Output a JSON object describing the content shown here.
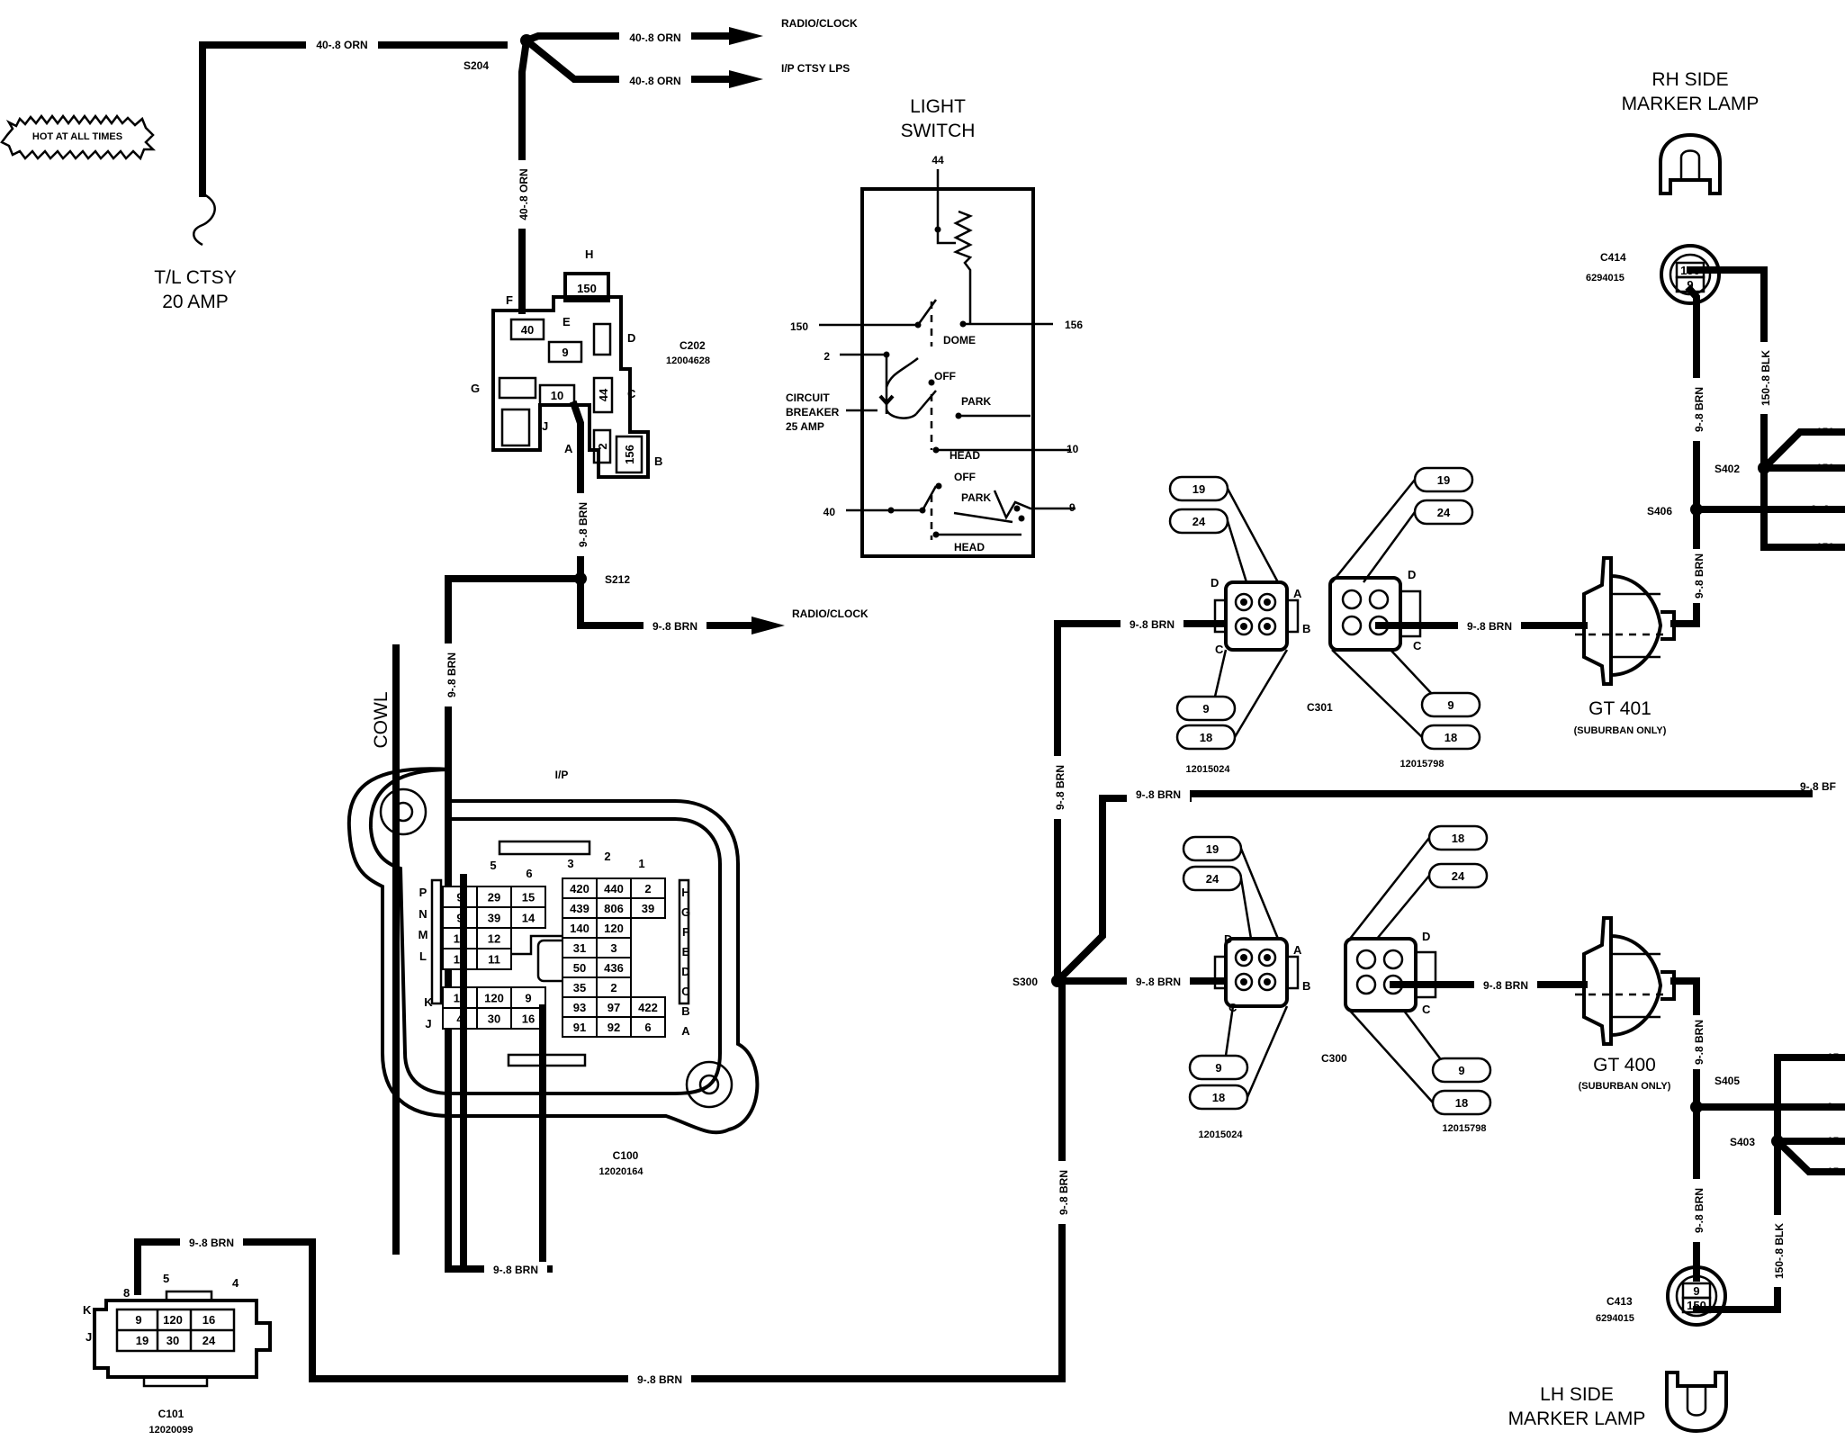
{
  "labels": {
    "hot": "HOT AT ALL TIMES",
    "fuse_line1": "T/L CTSY",
    "fuse_line2": "20 AMP",
    "wire_orn": "40-.8 ORN",
    "wire_brn": "9-.8 BRN",
    "wire_blk": "150-.8 BLK",
    "wire_cut_brn": "9-.8 BF",
    "wire_cut_1": "150",
    "wire_cut_2": "9-.8",
    "wire_cut_3": "15",
    "wire_cut_4": "9-",
    "radio": "RADIO/CLOCK",
    "ip_lps": "I/P CTSY LPS",
    "light_switch_1": "LIGHT",
    "light_switch_2": "SWITCH",
    "dome": "DOME",
    "off": "OFF",
    "park": "PARK",
    "head": "HEAD",
    "cb_1": "CIRCUIT",
    "cb_2": "BREAKER",
    "cb_3": "25 AMP",
    "cowl": "COWL",
    "ip": "I/P",
    "rh_1": "RH SIDE",
    "rh_2": "MARKER LAMP",
    "lh_1": "LH SIDE",
    "lh_2": "MARKER LAMP",
    "gt401": "GT 401",
    "gt400": "GT 400",
    "suburban": "(SUBURBAN ONLY)"
  },
  "splices": {
    "s204": "S204",
    "s212": "S212",
    "s300": "S300",
    "s402": "S402",
    "s406": "S406",
    "s405": "S405",
    "s403": "S403"
  },
  "connectors": {
    "c202": "C202",
    "c202_pn": "12004628",
    "c100": "C100",
    "c100_pn": "12020164",
    "c101": "C101",
    "c101_pn": "12020099",
    "c301": "C301",
    "c300": "C300",
    "c414": "C414",
    "c414_pn": "6294015",
    "c413": "C413",
    "c413_pn": "6294015",
    "pn_a": "12015024",
    "pn_b": "12015798"
  },
  "c202_cavities": {
    "H": "H",
    "F": "F",
    "E": "E",
    "D": "D",
    "G": "G",
    "C": "C",
    "J": "J",
    "A": "A",
    "B": "B",
    "v150": "150",
    "v40": "40",
    "v9": "9",
    "v10": "10",
    "v44": "44",
    "v2": "2",
    "v156": "156"
  },
  "switch_terminals": {
    "t44": "44",
    "t150": "150",
    "t156": "156",
    "t2": "2",
    "t10": "10",
    "t40": "40",
    "t9": "9"
  },
  "c100_cols": [
    "5",
    "6",
    "3",
    "2",
    "1"
  ],
  "c100_rows_left": [
    "P",
    "N",
    "M",
    "L",
    "K",
    "J"
  ],
  "c100_rows_right": [
    "H",
    "G",
    "F",
    "E",
    "D",
    "C",
    "B",
    "A"
  ],
  "c100_left": [
    [
      "9",
      "29",
      "15"
    ],
    [
      "9",
      "39",
      "14"
    ],
    [
      "10",
      "12"
    ],
    [
      "13",
      "11"
    ],
    [
      "10",
      "120",
      "9"
    ],
    [
      "4",
      "30",
      "16"
    ]
  ],
  "c100_right": [
    [
      "420",
      "440",
      "2"
    ],
    [
      "439",
      "806",
      "39"
    ],
    [
      "140",
      "120"
    ],
    [
      "31",
      "3"
    ],
    [
      "50",
      "436"
    ],
    [
      "35",
      "2"
    ],
    [
      "93",
      "97",
      "422"
    ],
    [
      "91",
      "92",
      "6"
    ]
  ],
  "c101_pins": {
    "n8": "8",
    "n5": "5",
    "n4": "4",
    "K": "K",
    "J": "J",
    "r1": [
      "9",
      "120",
      "16"
    ],
    "r2": [
      "19",
      "30",
      "24"
    ]
  },
  "c301_left": [
    "19",
    "24",
    "9",
    "18"
  ],
  "c301_right": [
    "19",
    "24",
    "9",
    "18"
  ],
  "c300_left": [
    "19",
    "24",
    "9",
    "18"
  ],
  "c300_right": [
    "18",
    "24",
    "9",
    "18"
  ],
  "cav": {
    "A": "A",
    "B": "B",
    "C": "C",
    "D": "D"
  },
  "lamp_pins": {
    "p150": "150",
    "p9": "9"
  }
}
